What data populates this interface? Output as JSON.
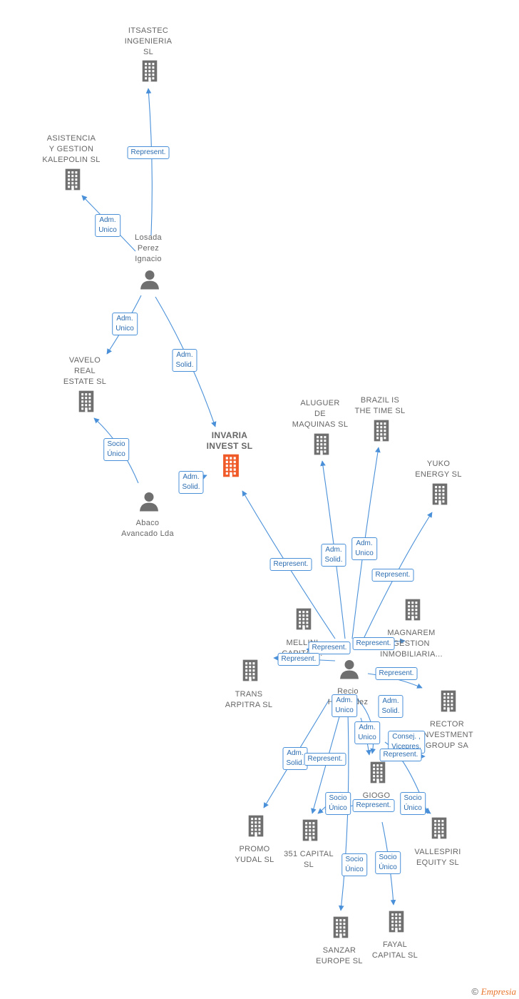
{
  "colors": {
    "edge": "#4a90d9",
    "building": "#6f6f6f",
    "main_building": "#f05a28",
    "person": "#6f6f6f"
  },
  "nodes": [
    {
      "id": "itsastec",
      "type": "company",
      "label": "ITSASTEC\nINGENIERIA\nSL"
    },
    {
      "id": "asistencia",
      "type": "company",
      "label": "ASISTENCIA\nY GESTION\nKALEPOLIN  SL"
    },
    {
      "id": "losada",
      "type": "person",
      "label": "Losada\nPerez\nIgnacio"
    },
    {
      "id": "vavelo",
      "type": "company",
      "label": "VAVELO\nREAL\nESTATE  SL"
    },
    {
      "id": "invaria",
      "type": "main",
      "label": "INVARIA\nINVEST  SL"
    },
    {
      "id": "abaco",
      "type": "person",
      "label": "Abaco\nAvancado Lda"
    },
    {
      "id": "aluguer",
      "type": "company",
      "label": "ALUGUER\nDE\nMAQUINAS SL"
    },
    {
      "id": "brazil",
      "type": "company",
      "label": "BRAZIL IS\nTHE TIME SL"
    },
    {
      "id": "yuko",
      "type": "company",
      "label": "YUKO\nENERGY  SL"
    },
    {
      "id": "mellini",
      "type": "company",
      "label": "MELLINI\nCAPITAL..."
    },
    {
      "id": "magnarem",
      "type": "company",
      "label": "MAGNAREM\nGESTION\nINMOBILIARIA..."
    },
    {
      "id": "recio",
      "type": "person",
      "label": "Recio\nHernandez"
    },
    {
      "id": "trans",
      "type": "company",
      "label": "TRANS\nARPITRA  SL"
    },
    {
      "id": "rector",
      "type": "company",
      "label": "RECTOR\nINVESTMENT\nGROUP SA"
    },
    {
      "id": "giogo",
      "type": "company",
      "label": "GIOGO\nSL"
    },
    {
      "id": "promo",
      "type": "company",
      "label": "PROMO\nYUDAL  SL"
    },
    {
      "id": "c351",
      "type": "company",
      "label": "351 CAPITAL\nSL"
    },
    {
      "id": "vallespiri",
      "type": "company",
      "label": "VALLESPIRI\nEQUITY  SL"
    },
    {
      "id": "sanzar",
      "type": "company",
      "label": "SANZAR\nEUROPE  SL"
    },
    {
      "id": "fayal",
      "type": "company",
      "label": "FAYAL\nCAPITAL  SL"
    }
  ],
  "edges": [
    {
      "from": "losada",
      "to": "itsastec",
      "label": "Represent."
    },
    {
      "from": "losada",
      "to": "asistencia",
      "label": "Adm.\nUnico"
    },
    {
      "from": "losada",
      "to": "vavelo",
      "label": "Adm.\nUnico"
    },
    {
      "from": "losada",
      "to": "invaria",
      "label": "Adm.\nSolid."
    },
    {
      "from": "abaco",
      "to": "vavelo",
      "label": "Socio\nÚnico"
    },
    {
      "from": "abaco",
      "to": "invaria",
      "label": "Adm.\nSolid."
    },
    {
      "from": "recio",
      "to": "invaria",
      "label": "Represent."
    },
    {
      "from": "recio",
      "to": "aluguer",
      "label": "Adm.\nSolid."
    },
    {
      "from": "recio",
      "to": "brazil",
      "label": "Adm.\nUnico"
    },
    {
      "from": "recio",
      "to": "yuko",
      "label": "Represent."
    },
    {
      "from": "recio",
      "to": "mellini",
      "label": "Represent."
    },
    {
      "from": "recio",
      "to": "magnarem",
      "label": "Represent."
    },
    {
      "from": "recio",
      "to": "trans",
      "label": "Represent."
    },
    {
      "from": "recio",
      "to": "rector",
      "label": "Represent."
    },
    {
      "from": "recio",
      "to": "giogo",
      "label": "Adm.\nUnico"
    },
    {
      "from": "recio",
      "to": "giogo",
      "label": "Adm.\nSolid."
    },
    {
      "from": "recio",
      "to": "giogo",
      "label": "Adm.\nUnico"
    },
    {
      "from": "recio",
      "to": "rector",
      "label": "Consej. ,\nVicepres."
    },
    {
      "from": "recio",
      "to": "rector",
      "label": "Represent."
    },
    {
      "from": "recio",
      "to": "promo",
      "label": "Adm.\nSolid."
    },
    {
      "from": "recio",
      "to": "c351",
      "label": "Represent."
    },
    {
      "from": "recio",
      "to": "c351",
      "label": "Socio\nÚnico"
    },
    {
      "from": "giogo",
      "to": "c351",
      "label": "Represent."
    },
    {
      "from": "giogo",
      "to": "vallespiri",
      "label": "Socio\nÚnico"
    },
    {
      "from": "recio",
      "to": "sanzar",
      "label": "Socio\nÚnico"
    },
    {
      "from": "giogo",
      "to": "fayal",
      "label": "Socio\nÚnico"
    }
  ],
  "footer": {
    "copyright": "©",
    "brand": "Empresia"
  }
}
